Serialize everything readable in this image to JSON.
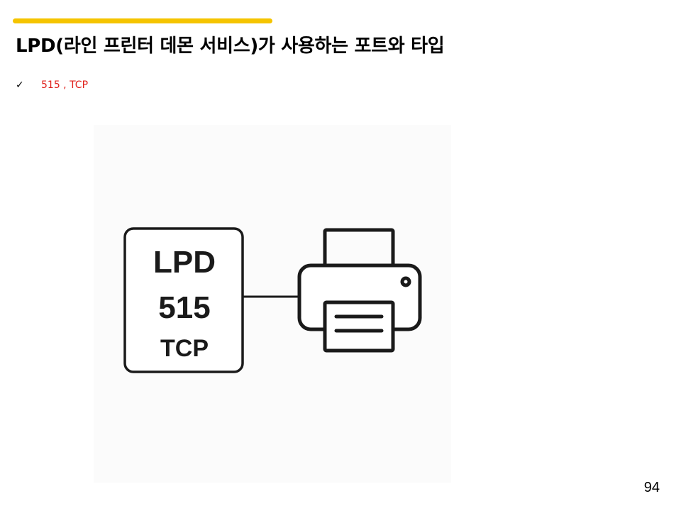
{
  "slide": {
    "title": "LPD(라인 프린터 데몬 서비스)가 사용하는 포트와 타입",
    "bullet_text": "515 , TCP",
    "page_number": "94"
  },
  "illustration": {
    "box_line1": "LPD",
    "box_line2": "515",
    "box_line3": "TCP",
    "icons": [
      "server-box-icon",
      "printer-icon"
    ]
  },
  "colors": {
    "accent": "#f5c400",
    "answer_text": "#e0201b",
    "icon_stroke": "#1a1a1a"
  }
}
